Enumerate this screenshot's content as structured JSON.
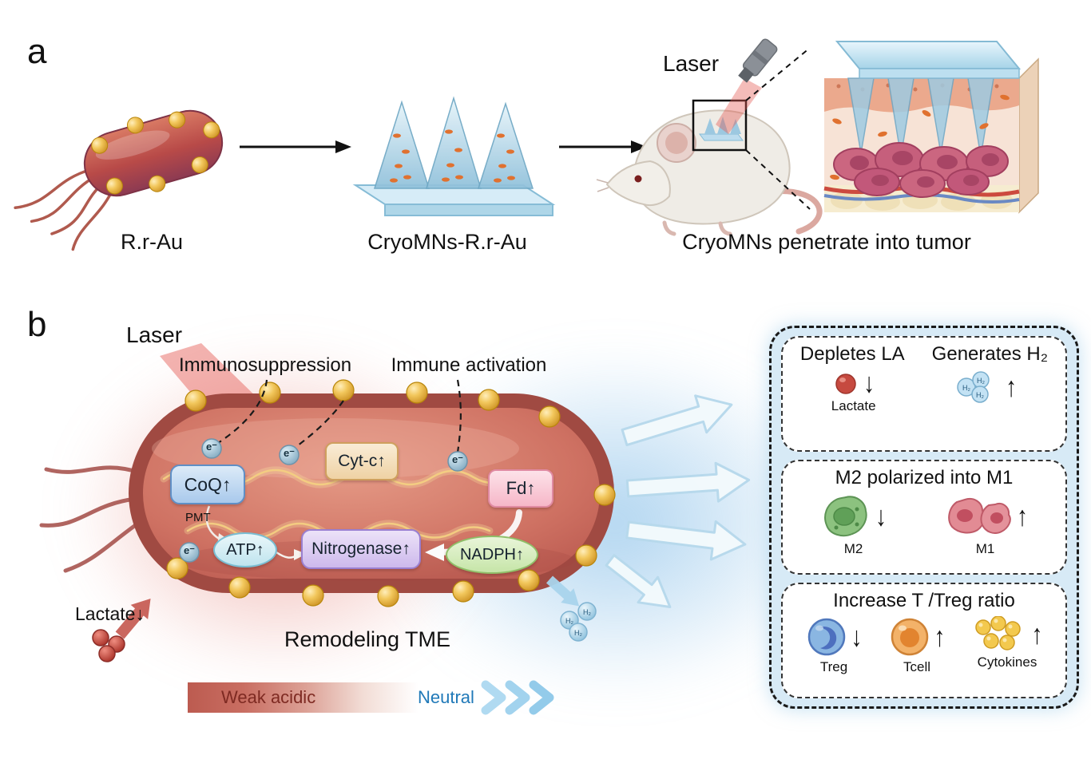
{
  "panel_a": {
    "label": "a",
    "laser_label": "Laser",
    "caption_bacterium": "R.r-Au",
    "caption_microneedles": "CryoMNs-R.r-Au",
    "caption_tumor": "CryoMNs penetrate into tumor"
  },
  "panel_b": {
    "label": "b",
    "laser_label": "Laser",
    "immunosuppression_label": "Immunosuppression",
    "immune_activation_label": "Immune activation",
    "coq_label": "CoQ↑",
    "cytc_label": "Cyt-c↑",
    "fd_label": "Fd↑",
    "pmt_label": "PMT",
    "atp_label": "ATP↑",
    "nitrogenase_label": "Nitrogenase↑",
    "nadph_label": "NADPH↑",
    "electron_label": "e⁻",
    "lactate_label": "Lactate↓",
    "h2_label": "H₂",
    "remodeling_label": "Remodeling TME",
    "weak_acidic_label": "Weak acidic",
    "neutral_label": "Neutral"
  },
  "summary": {
    "box_la_h2": {
      "title_left": "Depletes LA",
      "title_right": "Generates H₂",
      "lactate_label": "Lactate",
      "h2_label": "H₂"
    },
    "box_m2_m1": {
      "title": "M2 polarized into M1",
      "m2_label": "M2",
      "m1_label": "M1"
    },
    "box_treg": {
      "title": "Increase T /Treg ratio",
      "treg_label": "Treg",
      "tcell_label": "Tcell",
      "cytokines_label": "Cytokines"
    }
  },
  "glyphs": {
    "up": "↑",
    "down": "↓"
  },
  "colors": {
    "bacterium_red": "#b4524a",
    "gold": "#f0c14f",
    "summary_bg": "#d7eaf6",
    "acidic_text": "#7e2a22",
    "neutral_text": "#2079b8"
  }
}
